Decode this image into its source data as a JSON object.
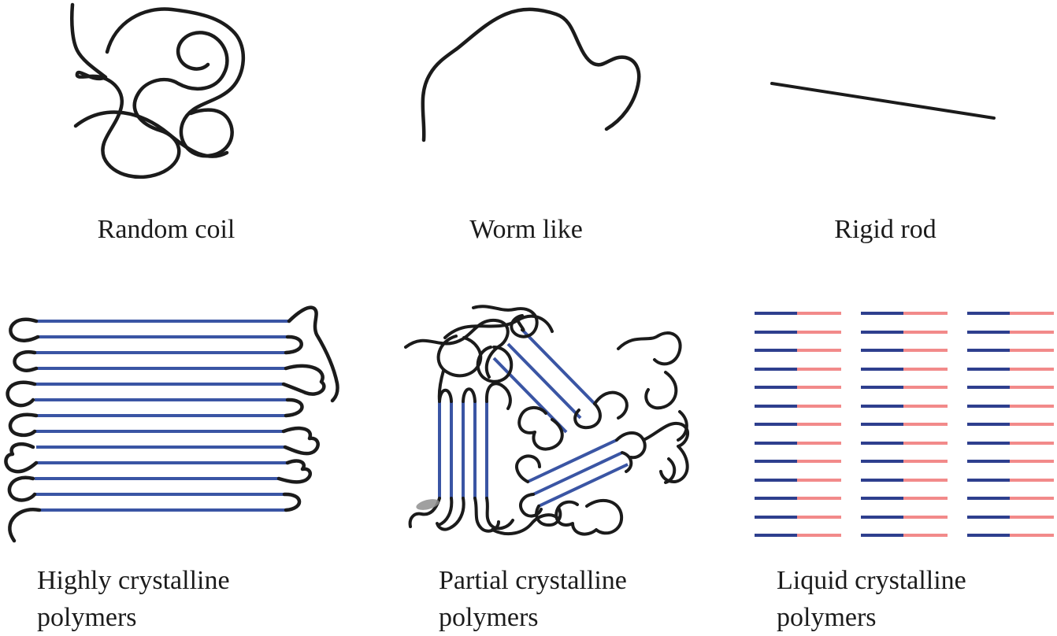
{
  "colors": {
    "ink": "#1b1b1b",
    "crystal_blue": "#3a55a4",
    "rod_navy": "#2e3f8e",
    "rod_salmon": "#f28a8a"
  },
  "panels": {
    "random_coil": {
      "label": "Random coil"
    },
    "worm_like": {
      "label": "Worm like"
    },
    "rigid_rod": {
      "label": "Rigid rod"
    },
    "highly_crystalline": {
      "label": "Highly crystalline polymers",
      "blue_line_count": 13
    },
    "partial_crystalline": {
      "label": "Partial crystalline polymers",
      "vertical_bundle_lines": 5,
      "diagonal_bundle_lines": 3
    },
    "liquid_crystalline": {
      "label": "Liquid crystalline polymers",
      "columns": 3,
      "rows": 13
    }
  }
}
